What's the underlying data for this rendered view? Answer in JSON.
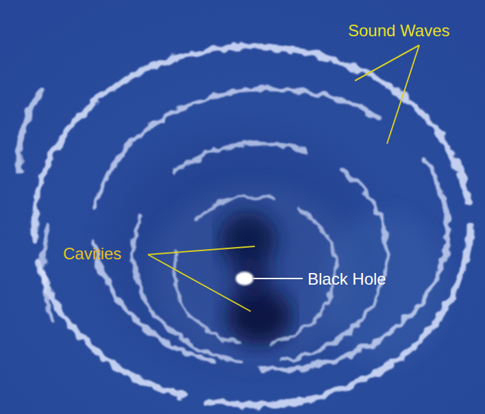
{
  "diagram": {
    "labels": [
      "Sound Waves",
      "Cavities",
      "Black Hole"
    ]
  }
}
